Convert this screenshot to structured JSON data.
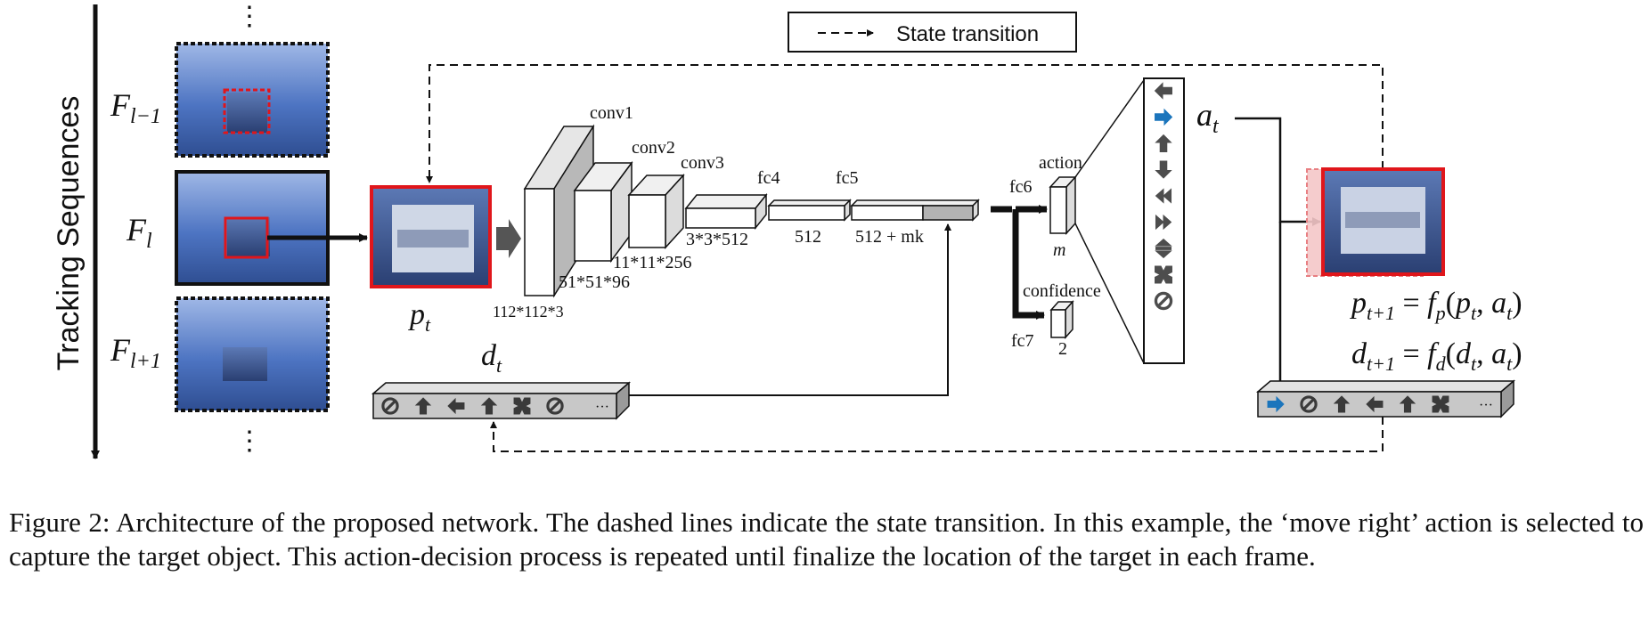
{
  "legend": {
    "label": "State transition"
  },
  "sequence": {
    "axis_label": "Tracking Sequences",
    "dots": "⋮",
    "frames": [
      {
        "label": "F",
        "sub": "l−1"
      },
      {
        "label": "F",
        "sub": "l"
      },
      {
        "label": "F",
        "sub": "l+1"
      }
    ]
  },
  "patch": {
    "label": "p",
    "sub": "t"
  },
  "network": {
    "layers": [
      {
        "name": "",
        "dims": "112*112*3"
      },
      {
        "name": "conv1",
        "dims": "51*51*96"
      },
      {
        "name": "conv2",
        "dims": "11*11*256"
      },
      {
        "name": "conv3",
        "dims": "3*3*512"
      },
      {
        "name": "fc4",
        "dims": "512"
      },
      {
        "name": "fc5",
        "dims": "512 + mk"
      }
    ],
    "fc6": {
      "name": "fc6",
      "head": "action",
      "dim": "m"
    },
    "fc7": {
      "name": "fc7",
      "head": "confidence",
      "dim": "2"
    }
  },
  "actions": {
    "label": "a",
    "sub": "t",
    "icons": [
      "left-arrow-icon",
      "right-arrow-icon",
      "up-arrow-icon",
      "down-arrow-icon",
      "shrink-horizontal-icon",
      "expand-horizontal-icon",
      "expand-vertical-icon",
      "shrink-icon",
      "stop-icon"
    ],
    "selected_color": "#1b75bc"
  },
  "history": {
    "label": "d",
    "sub": "t",
    "left_icons": [
      "stop-icon",
      "up-arrow-icon",
      "left-arrow-icon",
      "up-arrow-icon",
      "shrink-icon",
      "stop-icon"
    ],
    "right_icons": [
      "right-arrow-icon",
      "stop-icon",
      "up-arrow-icon",
      "left-arrow-icon",
      "up-arrow-icon",
      "shrink-icon"
    ],
    "ellipsis": "···"
  },
  "equations": {
    "p_next": {
      "lhs": "p",
      "lhs_sub": "t+1",
      "eq": " = ",
      "fn": "f",
      "fn_sub": "p",
      "args_open": "(",
      "a1": "p",
      "a1_sub": "t",
      "comma": ", ",
      "a2": "a",
      "a2_sub": "t",
      "args_close": ")"
    },
    "d_next": {
      "lhs": "d",
      "lhs_sub": "t+1",
      "eq": " = ",
      "fn": "f",
      "fn_sub": "d",
      "args_open": "(",
      "a1": "d",
      "a1_sub": "t",
      "comma": ", ",
      "a2": "a",
      "a2_sub": "t",
      "args_close": ")"
    }
  },
  "caption": "Figure 2: Architecture of the proposed network. The dashed lines indicate the state transition. In this example, the ‘move right’ action is selected to capture the target object. This action-decision process is repeated until finalize the location of the target in each frame.",
  "colors": {
    "target_box": "#e0161b",
    "selected_action": "#1b75bc",
    "icon": "#4d4d4d",
    "bar": "#c8c8c8"
  }
}
